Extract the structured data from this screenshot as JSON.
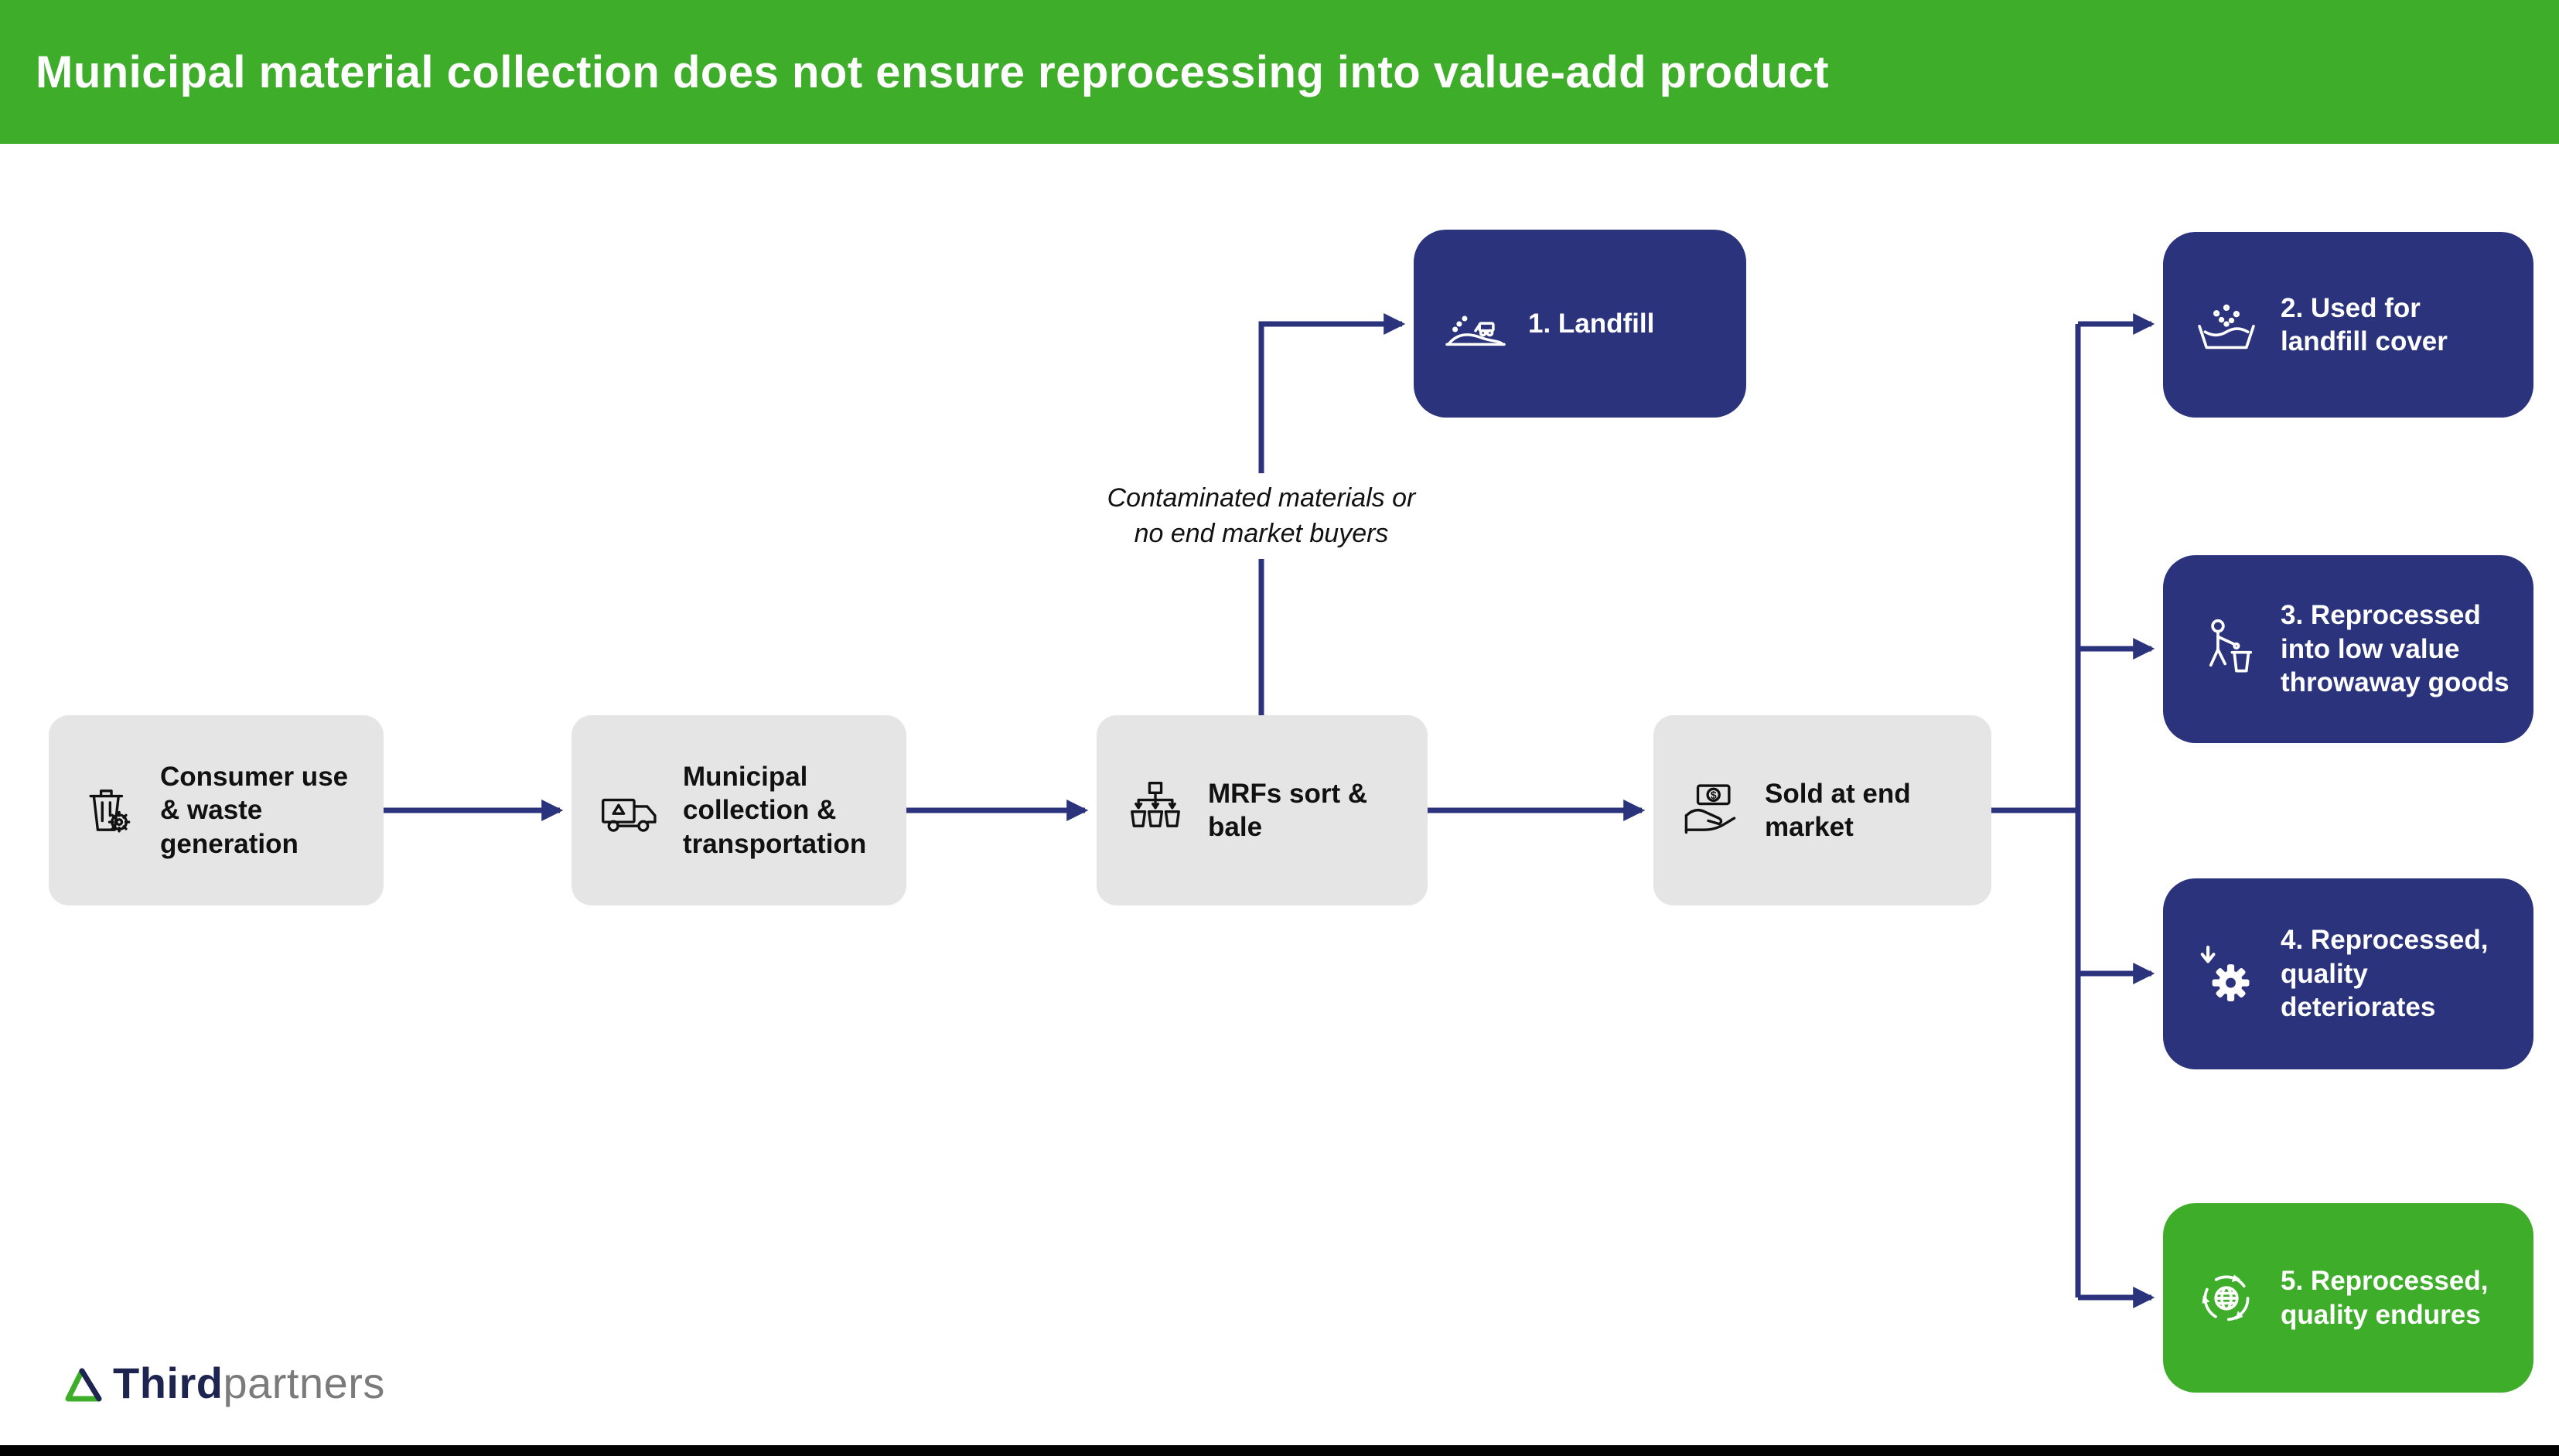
{
  "header": {
    "title": "Municipal material collection does not ensure reprocessing into value-add product"
  },
  "colors": {
    "green": "#3EAD29",
    "navy": "#2A337B",
    "gray_box": "#E5E5E5",
    "title_text": "#FFFFFF"
  },
  "process": {
    "steps": [
      {
        "label": "Consumer use & waste generation",
        "icon": "waste-bin-gear-icon"
      },
      {
        "label": "Municipal collection & transportation",
        "icon": "recycling-truck-icon"
      },
      {
        "label": "MRFs sort & bale",
        "icon": "sort-bale-icon"
      },
      {
        "label": "Sold at end market",
        "icon": "hand-money-icon"
      }
    ],
    "landfill": {
      "label": "1. Landfill",
      "icon": "landfill-icon"
    },
    "annotation": "Contaminated materials or no end market buyers",
    "outcomes": [
      {
        "label": "2. Used for landfill cover",
        "icon": "landfill-cover-icon",
        "variant": "navy"
      },
      {
        "label": "3. Reprocessed into low value throwaway goods",
        "icon": "person-litter-icon",
        "variant": "navy"
      },
      {
        "label": "4. Reprocessed, quality deteriorates",
        "icon": "gear-deteriorate-icon",
        "variant": "navy"
      },
      {
        "label": "5. Reprocessed, quality endures",
        "icon": "recycle-globe-icon",
        "variant": "green"
      }
    ]
  },
  "logo": {
    "name_bold": "Third",
    "name_light": "partners"
  }
}
